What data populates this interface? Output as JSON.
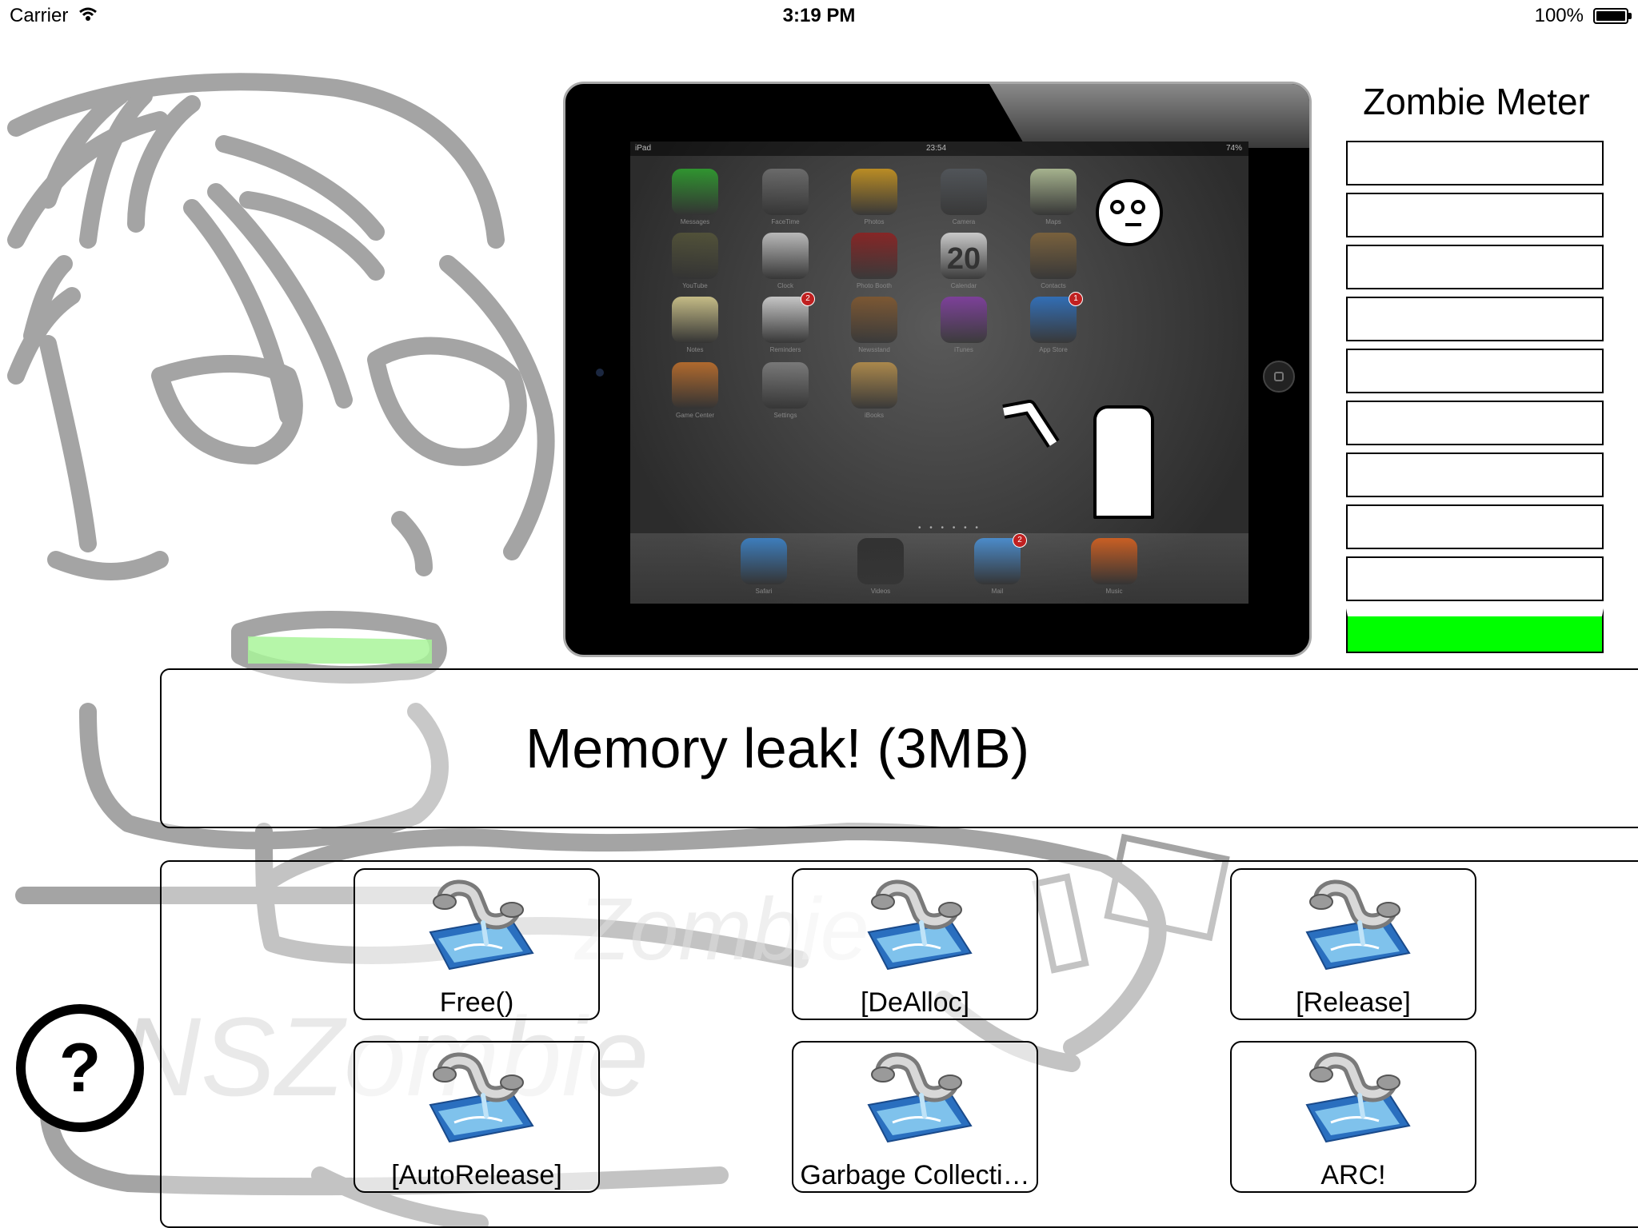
{
  "status_bar": {
    "carrier": "Carrier",
    "time": "3:19 PM",
    "battery": "100%",
    "battery_level": 1.0
  },
  "watermark_text": "NSZombie",
  "watermark_text_2": "Zombie",
  "tablet": {
    "calendar_day": "20",
    "screen_time": "23:54",
    "screen_carrier": "iPad",
    "screen_battery": "74%",
    "apps": [
      {
        "label": "Messages",
        "color": "#2fb52f"
      },
      {
        "label": "FaceTime",
        "color": "#7a7a7a"
      },
      {
        "label": "Photos",
        "color": "#e2a51a"
      },
      {
        "label": "Camera",
        "color": "#555a60"
      },
      {
        "label": "Maps",
        "color": "#c8d9a8"
      },
      {
        "label": "YouTube",
        "color": "#5a5a3a"
      },
      {
        "label": "Clock",
        "color": "#e0e0e0"
      },
      {
        "label": "Photo Booth",
        "color": "#9a1a1a"
      },
      {
        "label": "Calendar",
        "color": "#f2f2f2"
      },
      {
        "label": "Contacts",
        "color": "#8a6a3a"
      },
      {
        "label": "Notes",
        "color": "#f3e7a0"
      },
      {
        "label": "Reminders",
        "color": "#f0f0f0"
      },
      {
        "label": "Newsstand",
        "color": "#8a5a2a"
      },
      {
        "label": "iTunes",
        "color": "#8a3ab0"
      },
      {
        "label": "App Store",
        "color": "#2a7ad8"
      },
      {
        "label": "Game Center",
        "color": "#d87a2a"
      },
      {
        "label": "Settings",
        "color": "#8a8a8a"
      },
      {
        "label": "iBooks",
        "color": "#c89a4a"
      }
    ],
    "dock": [
      {
        "label": "Safari",
        "color": "#3a8ad8"
      },
      {
        "label": "Videos",
        "color": "#2a2a2a"
      },
      {
        "label": "Mail",
        "color": "#4a9ae8"
      },
      {
        "label": "Music",
        "color": "#e8641a"
      }
    ],
    "badges": {
      "reminders": "2",
      "app_store": "1",
      "mail": "2"
    }
  },
  "meter": {
    "title": "Zombie Meter",
    "segments": 10,
    "filled_segments": 1,
    "fill_color": "#00ff00"
  },
  "message": {
    "text": "Memory leak! (3MB)"
  },
  "choices": [
    {
      "label": "Free()",
      "icon": "instruments-pipe-icon"
    },
    {
      "label": "[DeAlloc]",
      "icon": "instruments-pipe-icon"
    },
    {
      "label": "[Release]",
      "icon": "instruments-pipe-icon"
    },
    {
      "label": "[AutoRelease]",
      "icon": "instruments-pipe-icon"
    },
    {
      "label": "Garbage Collecti…",
      "icon": "instruments-pipe-icon"
    },
    {
      "label": "ARC!",
      "icon": "instruments-pipe-icon"
    }
  ],
  "help": {
    "label": "?",
    "icon": "help-icon"
  }
}
